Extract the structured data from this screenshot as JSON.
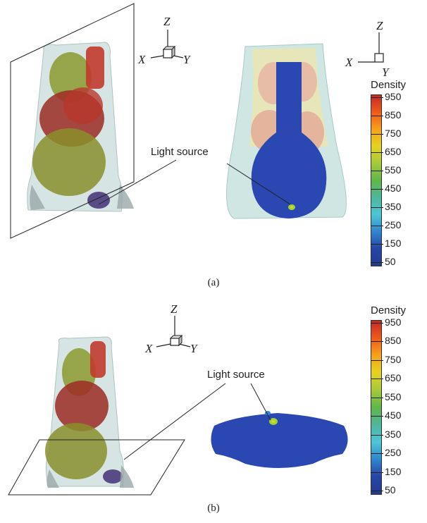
{
  "panel_a": {
    "caption": "(a)",
    "light_source_label": "Light source",
    "axes_left": {
      "z": "Z",
      "x": "X",
      "y": "Y"
    },
    "axes_right": {
      "z": "Z",
      "x": "X",
      "y": "Y"
    },
    "colorbar": {
      "title": "Density",
      "ticks": [
        "950",
        "850",
        "750",
        "650",
        "550",
        "450",
        "350",
        "250",
        "150",
        "50"
      ],
      "colors": [
        "#c62828",
        "#ef5a1a",
        "#f6a21b",
        "#e7d21f",
        "#a5c93a",
        "#5fb748",
        "#4fb69b",
        "#4cc6d8",
        "#2f86cf",
        "#2645a6",
        "#223c93"
      ]
    }
  },
  "panel_b": {
    "caption": "(b)",
    "light_source_label": "Light source",
    "axes": {
      "z": "Z",
      "x": "X",
      "y": "Y"
    },
    "colorbar": {
      "title": "Density",
      "ticks": [
        "950",
        "850",
        "750",
        "650",
        "550",
        "450",
        "350",
        "250",
        "150",
        "50"
      ],
      "colors": [
        "#c62828",
        "#ef5a1a",
        "#f6a21b",
        "#e7d21f",
        "#a5c93a",
        "#5fb748",
        "#4fb69b",
        "#4cc6d8",
        "#2f86cf",
        "#2645a6",
        "#223c93"
      ]
    }
  }
}
